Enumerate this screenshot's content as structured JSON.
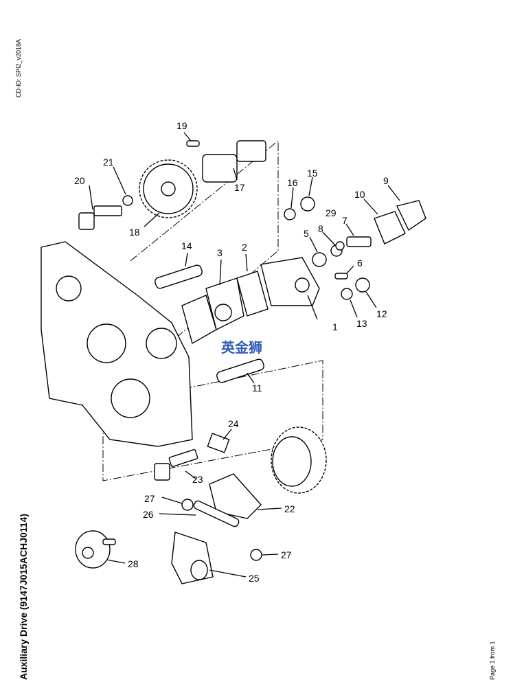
{
  "header": {
    "cd_id": "CD-ID: SPI2_v2018A"
  },
  "footer": {
    "title": "Auxiliary Drive (9147J015ACHJ0114)",
    "page": "Page 1 from 1"
  },
  "watermark": "英金狮",
  "callouts": [
    "1",
    "2",
    "3",
    "5",
    "6",
    "7",
    "8",
    "9",
    "10",
    "11",
    "12",
    "13",
    "14",
    "15",
    "16",
    "17",
    "18",
    "19",
    "20",
    "21",
    "22",
    "23",
    "24",
    "25",
    "26",
    "27",
    "27",
    "28",
    "29"
  ]
}
